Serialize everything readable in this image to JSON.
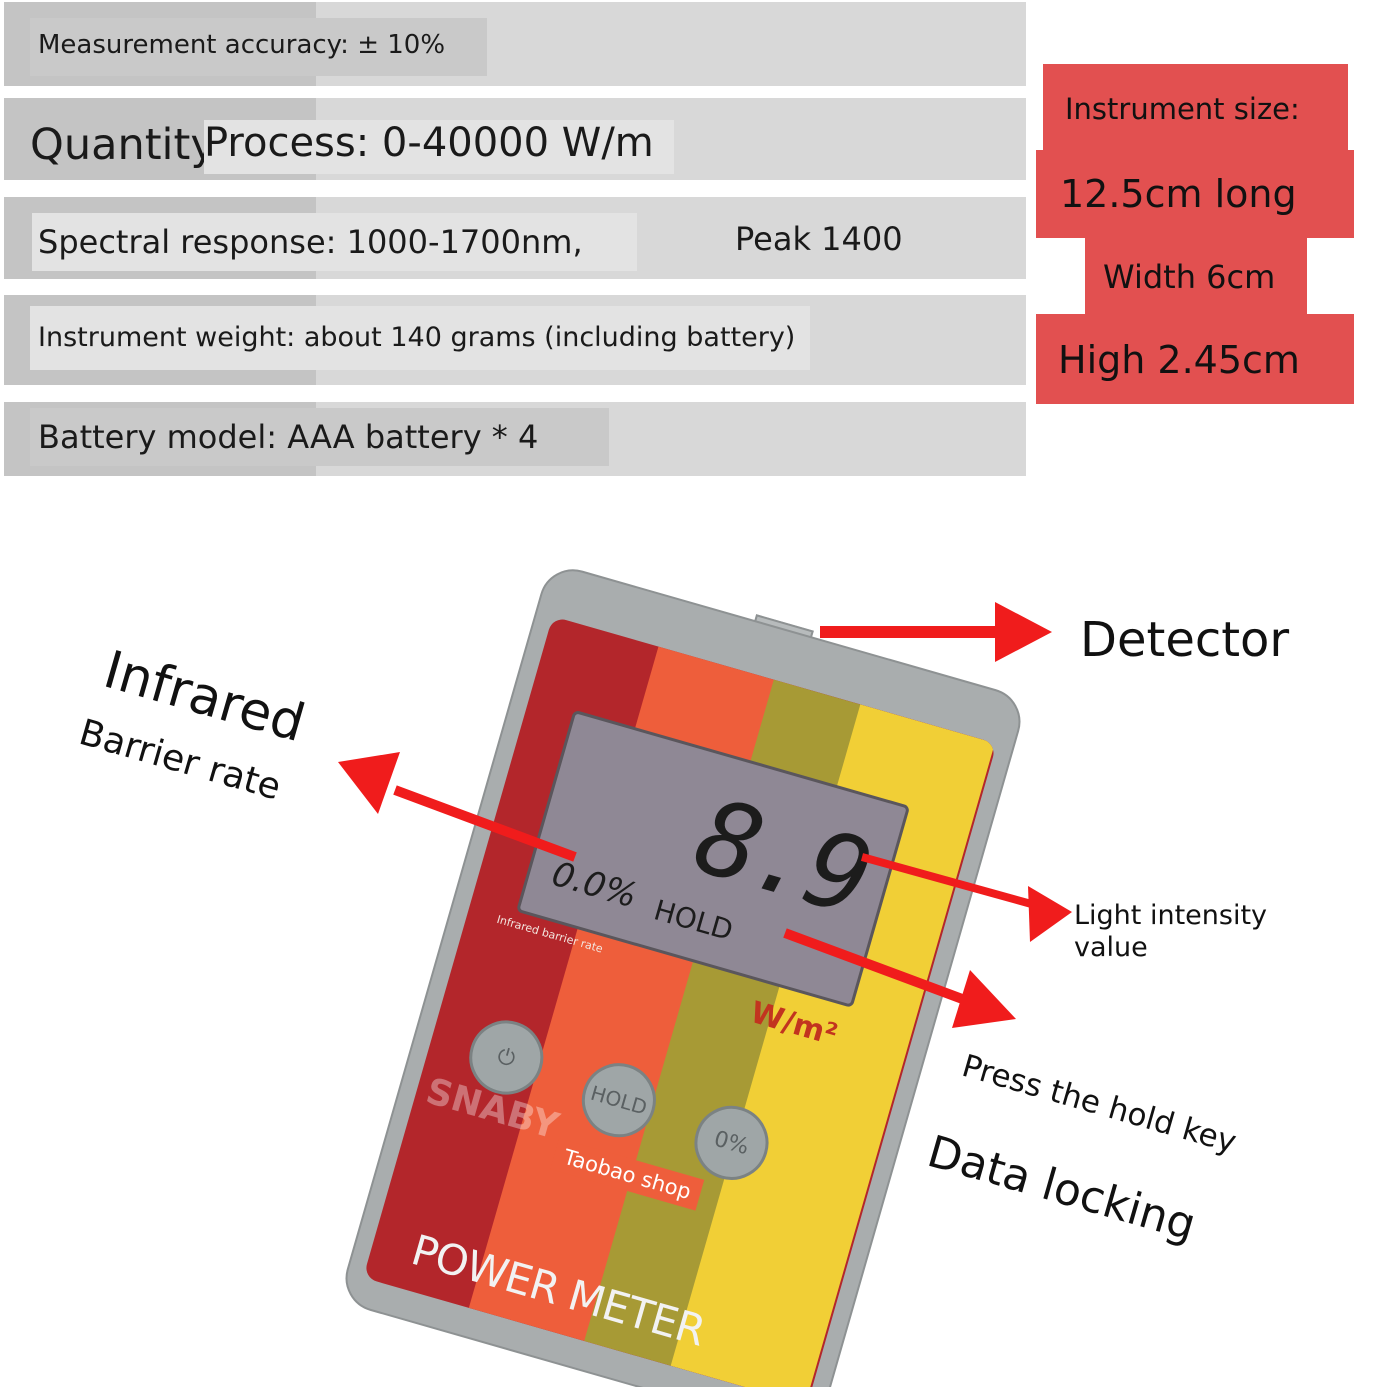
{
  "specs": {
    "accuracy": "Measurement accuracy: ± 10%",
    "quantity": "Quantity",
    "process": "Process: 0-40000 W/m",
    "spectral": "Spectral response: 1000-1700nm,",
    "peak": "Peak 1400",
    "weight": "Instrument weight: about 140 grams (including battery)",
    "battery": "Battery model: AAA battery * 4"
  },
  "size": {
    "title": "Instrument size:",
    "length": "12.5cm long",
    "width": "Width 6cm",
    "height": "High 2.45cm"
  },
  "device": {
    "reading": "8.9",
    "percent": "0.0%",
    "hold": "HOLD",
    "unit": "W/m²",
    "ir_label": "Infrared barrier rate",
    "btn_hold": "HOLD",
    "btn_pct": "0%",
    "brand": "POWER METER",
    "shop": "Taobao shop",
    "watermark": "SNABY"
  },
  "annotations": {
    "infrared": "Infrared",
    "barrier": "Barrier rate",
    "detector": "Detector",
    "light": "Light intensity",
    "light2": "value",
    "press": "Press the hold key",
    "data_locking": "Data locking"
  },
  "colors": {
    "arrow": "#f01c1c",
    "panel_red": "#e25050"
  }
}
